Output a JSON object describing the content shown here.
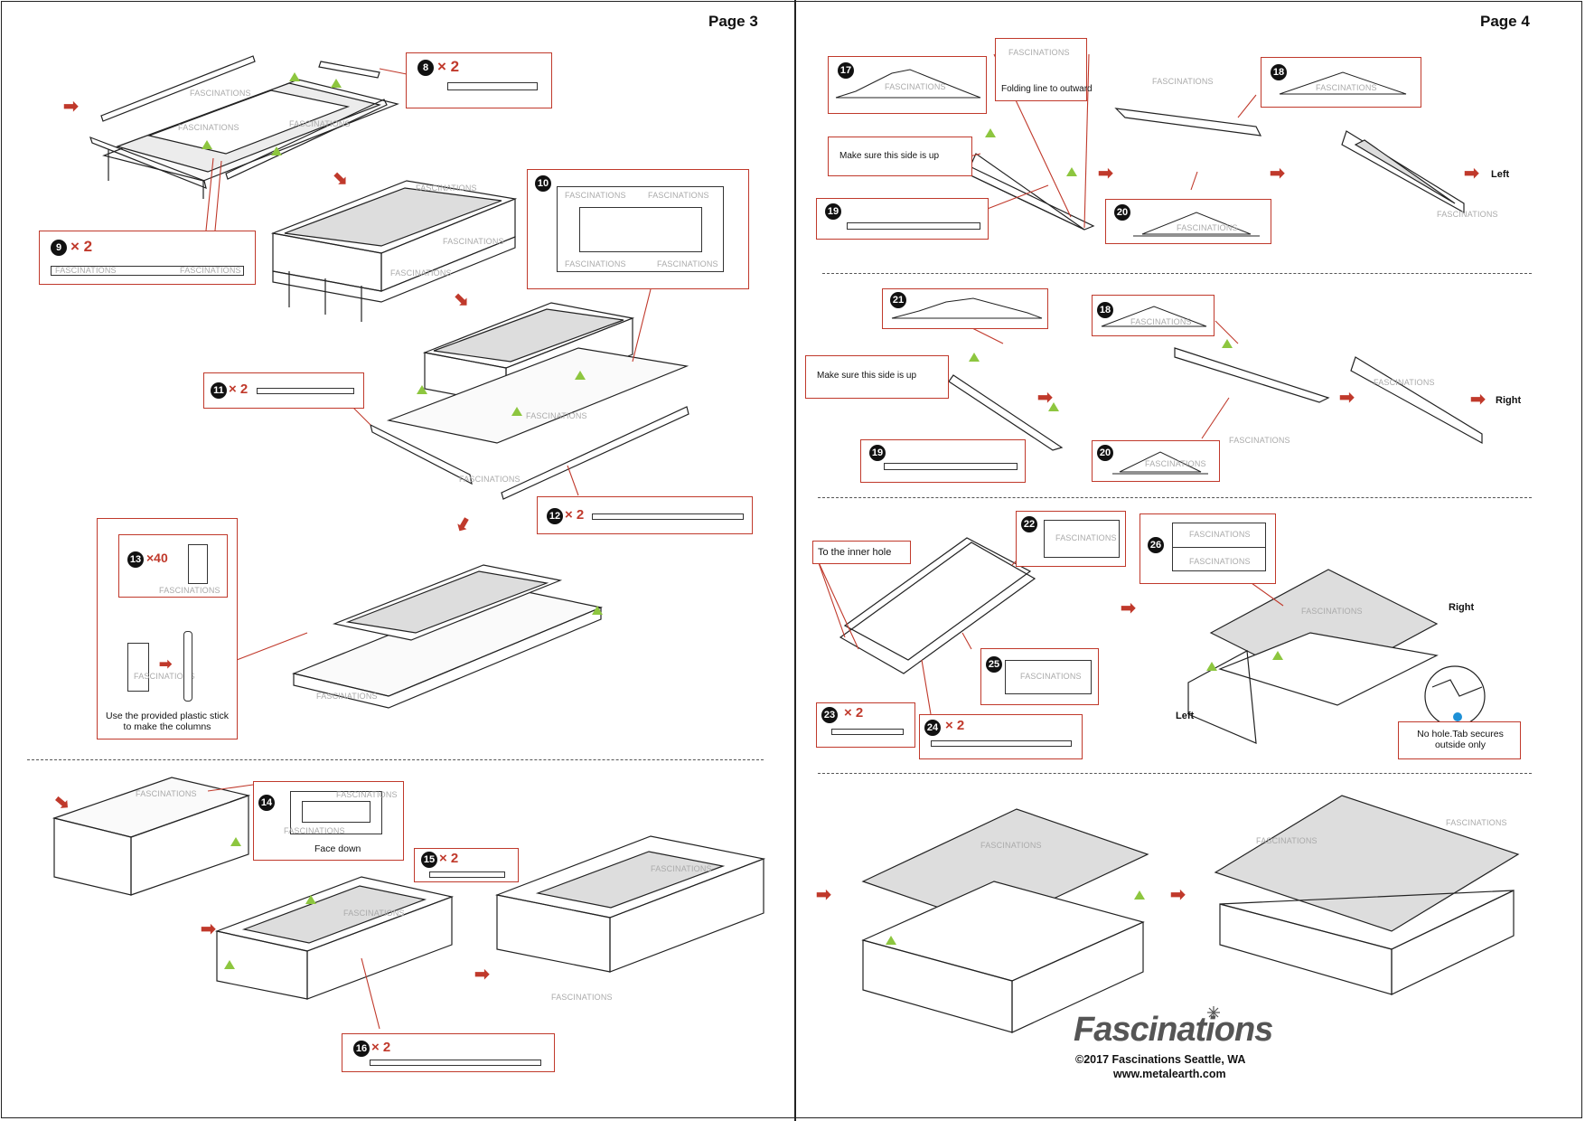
{
  "pages": {
    "left": "Page 3",
    "right": "Page 4"
  },
  "watermark": "FASCINATIONS",
  "steps": {
    "s8": {
      "num": "8",
      "qty": "× 2"
    },
    "s9": {
      "num": "9",
      "qty": "× 2"
    },
    "s10": {
      "num": "10"
    },
    "s11": {
      "num": "11",
      "qty": "× 2"
    },
    "s12": {
      "num": "12",
      "qty": "× 2"
    },
    "s13": {
      "num": "13",
      "qty": "×40"
    },
    "s14": {
      "num": "14"
    },
    "s15": {
      "num": "15",
      "qty": "× 2"
    },
    "s16": {
      "num": "16",
      "qty": "× 2"
    },
    "s17": {
      "num": "17"
    },
    "s18a": {
      "num": "18"
    },
    "s19a": {
      "num": "19"
    },
    "s20a": {
      "num": "20"
    },
    "s21": {
      "num": "21"
    },
    "s18b": {
      "num": "18"
    },
    "s19b": {
      "num": "19"
    },
    "s20b": {
      "num": "20"
    },
    "s22": {
      "num": "22"
    },
    "s23": {
      "num": "23",
      "qty": "× 2"
    },
    "s24": {
      "num": "24",
      "qty": "× 2"
    },
    "s25": {
      "num": "25"
    },
    "s26": {
      "num": "26"
    }
  },
  "notes": {
    "columns": "Use the provided plastic stick to make the columns",
    "face_down": "Face down",
    "folding": "Folding line to outward",
    "side_up_1": "Make sure this side is up",
    "side_up_2": "Make sure this side is up",
    "inner_hole": "To the inner hole",
    "no_hole": "No hole.Tab secures outside only",
    "left1": "Left",
    "right1": "Right",
    "right2": "Right",
    "left2": "Left"
  },
  "footer": {
    "brand": "Fascinations",
    "copyright": "©2017 Fascinations Seattle, WA",
    "website": "www.metalearth.com"
  },
  "colors": {
    "accent": "#c0392b",
    "tab": "#8dc63f",
    "line": "#222222"
  }
}
